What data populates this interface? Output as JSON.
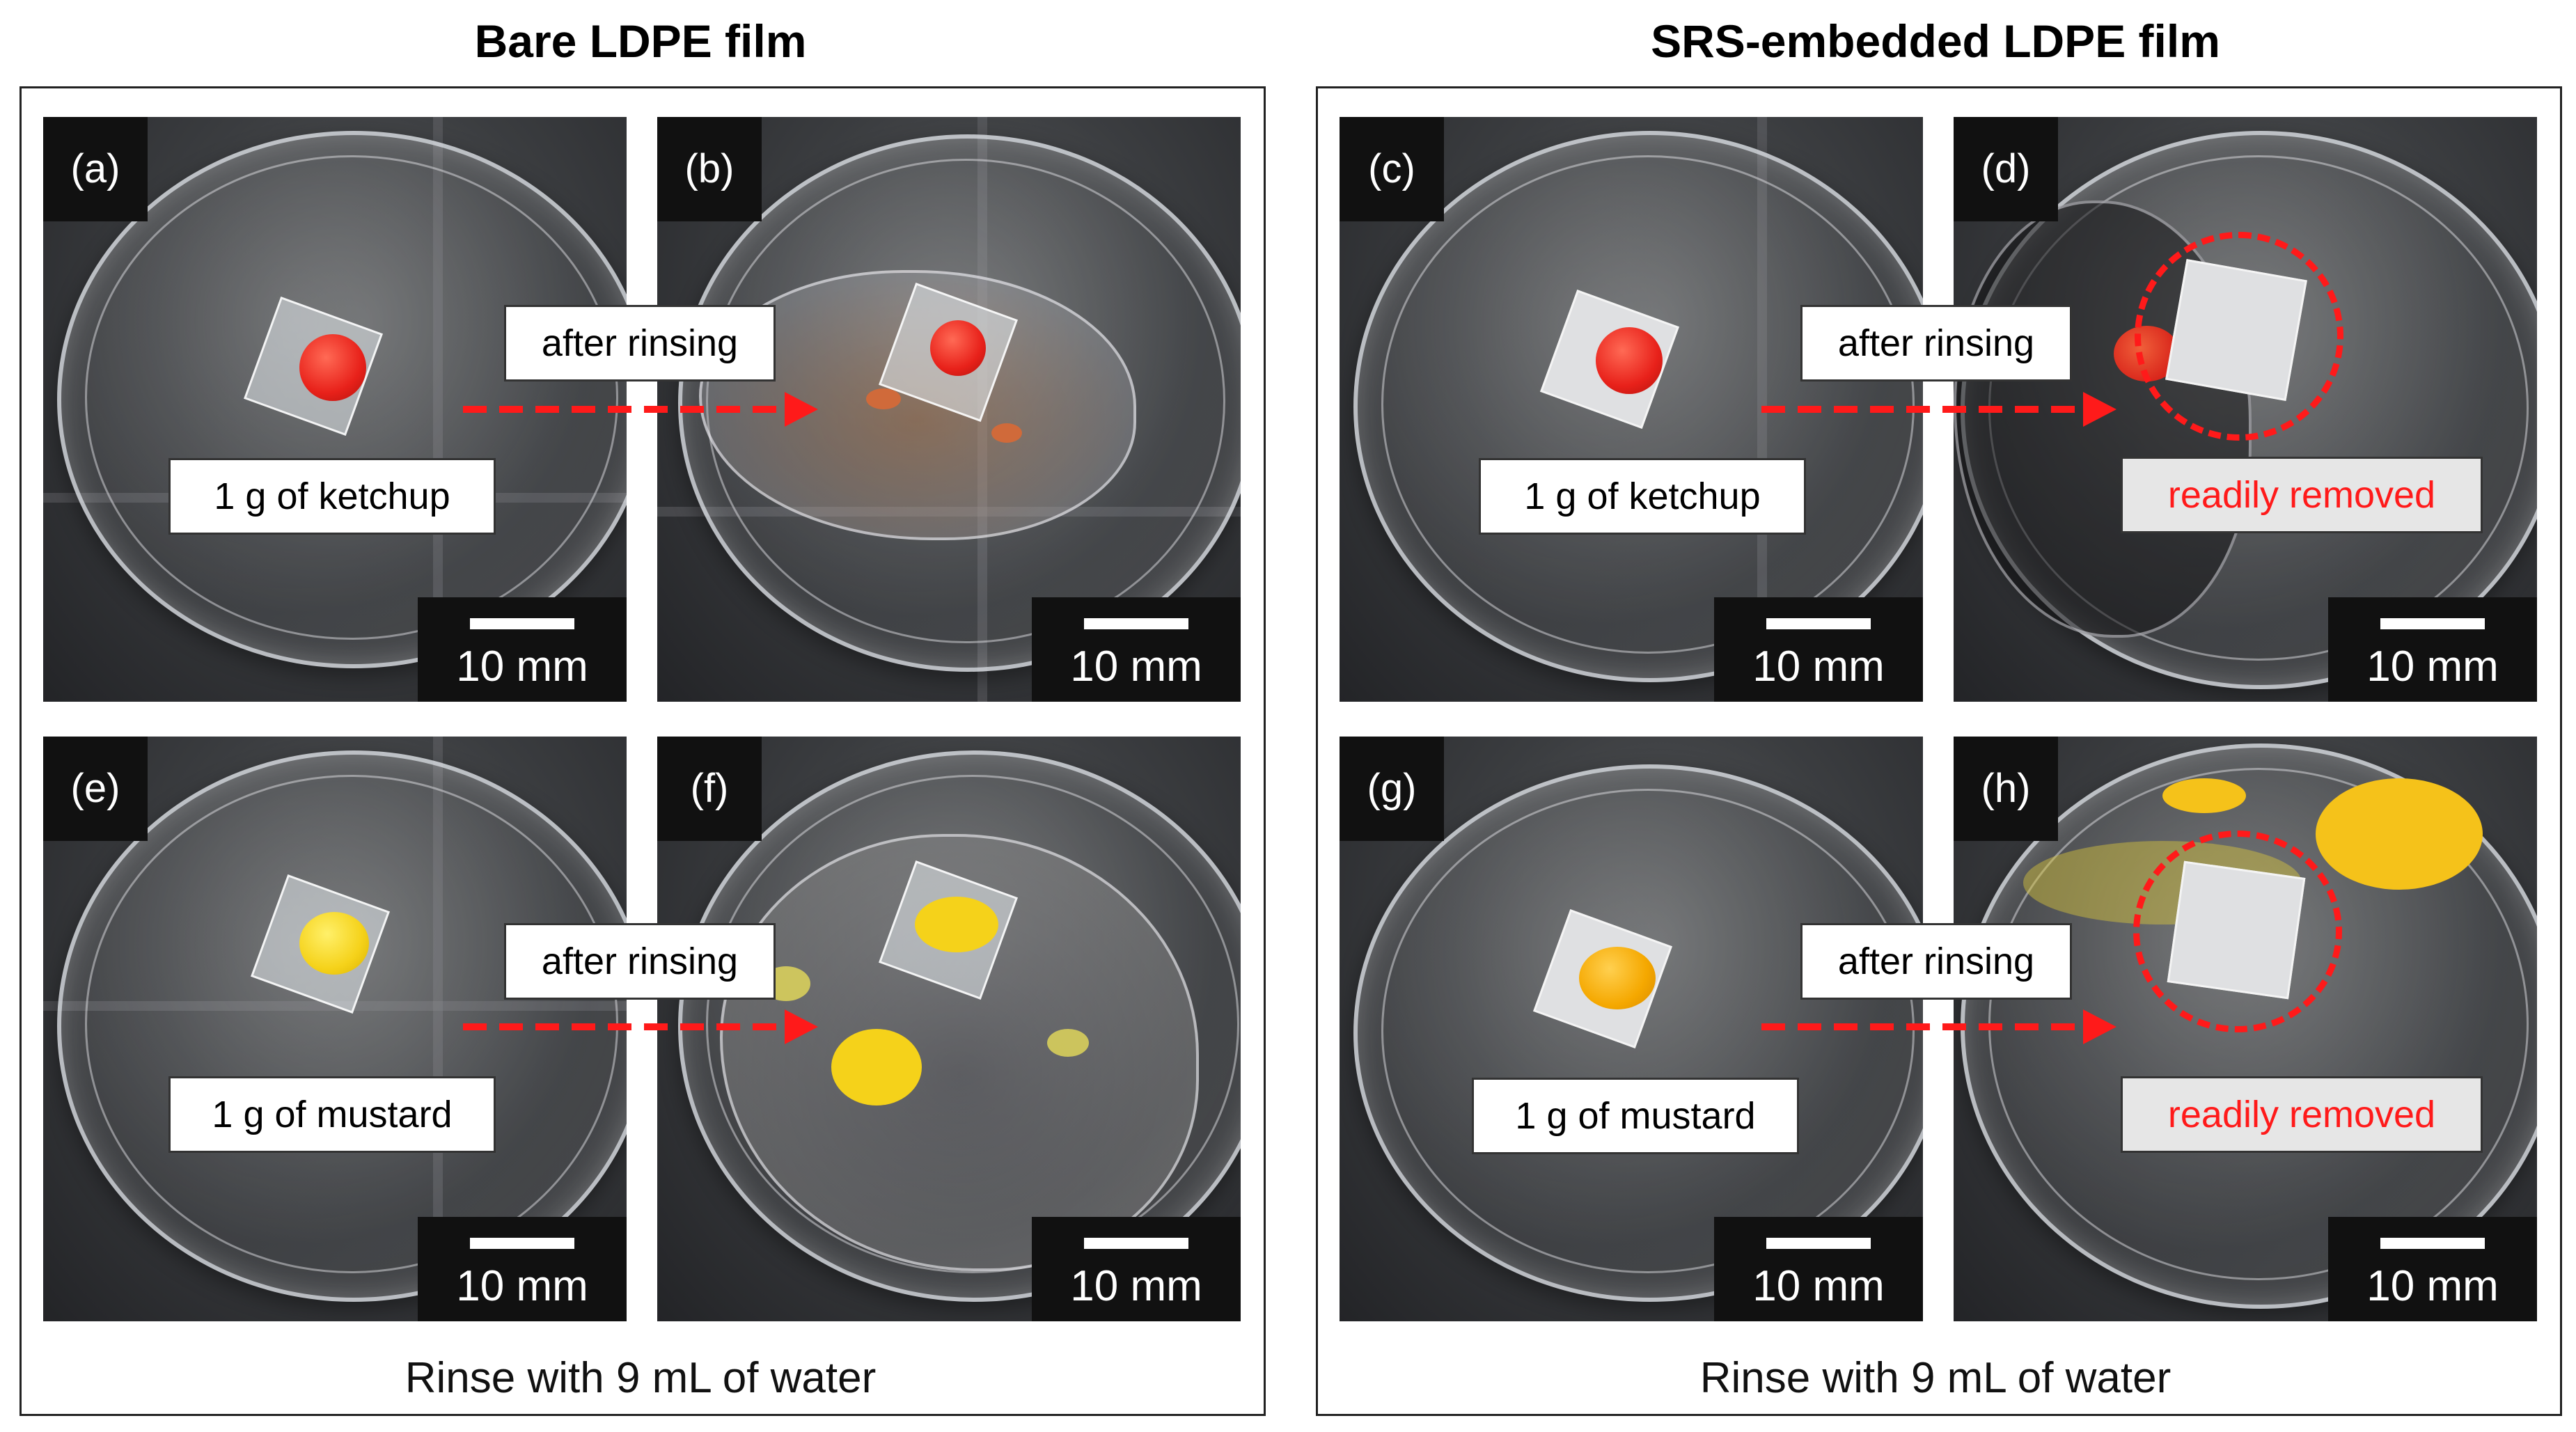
{
  "groups": {
    "left": {
      "title": "Bare LDPE film",
      "footer": "Rinse with 9 mL of water"
    },
    "right": {
      "title": "SRS-embedded LDPE film",
      "footer": "Rinse with 9 mL of water"
    }
  },
  "panels": {
    "a": {
      "tag": "(a)",
      "callout": "1 g of ketchup",
      "scale": "10 mm"
    },
    "b": {
      "tag": "(b)",
      "callout": "after rinsing",
      "scale": "10 mm"
    },
    "c": {
      "tag": "(c)",
      "callout": "1 g of ketchup",
      "scale": "10 mm"
    },
    "d": {
      "tag": "(d)",
      "callout": "after rinsing",
      "note": "readily removed",
      "scale": "10 mm"
    },
    "e": {
      "tag": "(e)",
      "callout": "1 g of mustard",
      "scale": "10 mm"
    },
    "f": {
      "tag": "(f)",
      "callout": "after rinsing",
      "scale": "10 mm"
    },
    "g": {
      "tag": "(g)",
      "callout": "1 g of mustard",
      "scale": "10 mm"
    },
    "h": {
      "tag": "(h)",
      "callout": "after rinsing",
      "note": "readily removed",
      "scale": "10 mm"
    }
  },
  "colors": {
    "arrow": "#ff1a1a",
    "ketchup": "#e8211a",
    "mustard": "#f5d21a",
    "note_text": "#ff1a1a"
  }
}
